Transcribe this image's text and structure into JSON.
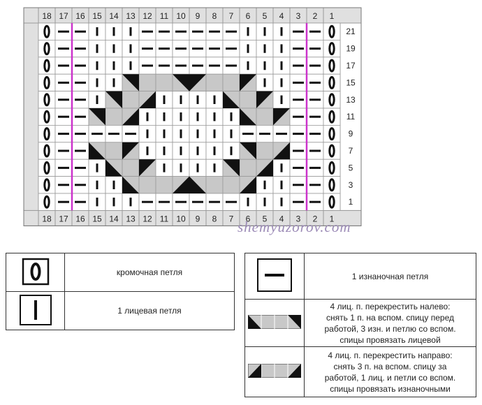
{
  "chart": {
    "columns": [
      "18",
      "17",
      "16",
      "15",
      "14",
      "13",
      "12",
      "11",
      "10",
      "9",
      "8",
      "7",
      "6",
      "5",
      "4",
      "3",
      "2",
      "1"
    ],
    "rows_right": [
      "21",
      "19",
      "17",
      "15",
      "13",
      "11",
      "9",
      "7",
      "5",
      "3",
      "1"
    ],
    "watermark": "shemyuzorov.com",
    "colors": {
      "shade": "#c8c8c8",
      "grid": "#9a9a9a",
      "header": "#e0e0e0",
      "marker": "#cc33cc",
      "ink": "#111111"
    },
    "symbols": {
      "O": "selvedge-stitch",
      "|": "knit-stitch",
      "-": "purl-stitch",
      "L": "black-triangle-lower-left",
      "R": "black-triangle-lower-right",
      "l": "black-triangle-upper-left",
      "r": "black-triangle-upper-right",
      "V": "black-triangle-top-center",
      "A": "black-triangle-bottom-center",
      "g": "gray-cell"
    },
    "grid": [
      [
        "O",
        "-",
        "-",
        "|",
        "|",
        "|",
        "-",
        "-",
        "-",
        "-",
        "-",
        "-",
        "|",
        "|",
        "|",
        "-",
        "-",
        "O"
      ],
      [
        "O",
        "-",
        "-",
        "|",
        "|",
        "|",
        "-",
        "-",
        "-",
        "-",
        "-",
        "-",
        "|",
        "|",
        "|",
        "-",
        "-",
        "O"
      ],
      [
        "O",
        "-",
        "-",
        "|",
        "|",
        "|",
        "-",
        "-",
        "-",
        "-",
        "-",
        "-",
        "|",
        "|",
        "|",
        "-",
        "-",
        "O"
      ],
      [
        "O",
        "-",
        "-",
        "|",
        "|",
        "l",
        "g",
        "g",
        "V",
        "V",
        "g",
        "g",
        "r",
        "|",
        "|",
        "-",
        "-",
        "O"
      ],
      [
        "O",
        "-",
        "-",
        "|",
        "l",
        "g",
        "R",
        "|",
        "|",
        "|",
        "|",
        "L",
        "g",
        "r",
        "|",
        "-",
        "-",
        "O"
      ],
      [
        "O",
        "-",
        "-",
        "l",
        "g",
        "R",
        "|",
        "|",
        "|",
        "|",
        "|",
        "|",
        "L",
        "g",
        "r",
        "-",
        "-",
        "O"
      ],
      [
        "O",
        "-",
        "-",
        "-",
        "-",
        "-",
        "|",
        "|",
        "|",
        "|",
        "|",
        "|",
        "-",
        "-",
        "-",
        "-",
        "-",
        "O"
      ],
      [
        "O",
        "-",
        "-",
        "L",
        "g",
        "r",
        "|",
        "|",
        "|",
        "|",
        "|",
        "|",
        "l",
        "g",
        "R",
        "-",
        "-",
        "O"
      ],
      [
        "O",
        "-",
        "-",
        "|",
        "L",
        "g",
        "r",
        "|",
        "|",
        "|",
        "|",
        "l",
        "g",
        "R",
        "|",
        "-",
        "-",
        "O"
      ],
      [
        "O",
        "-",
        "-",
        "|",
        "|",
        "L",
        "g",
        "g",
        "A",
        "A",
        "g",
        "g",
        "R",
        "|",
        "|",
        "-",
        "-",
        "O"
      ],
      [
        "O",
        "-",
        "-",
        "|",
        "|",
        "|",
        "-",
        "-",
        "-",
        "-",
        "-",
        "-",
        "|",
        "|",
        "|",
        "-",
        "-",
        "O"
      ]
    ]
  },
  "legend_left": [
    {
      "icon": "selvedge-stitch-icon",
      "text": "кромочная петля"
    },
    {
      "icon": "knit-stitch-icon",
      "text": "1 лицевая петля"
    }
  ],
  "legend_right": [
    {
      "icon": "purl-stitch-icon",
      "text": "1 изнаночная петля"
    },
    {
      "icon": "cross-left-icon",
      "lines": [
        "4 лиц. п. перекрестить налево:",
        "снять 1 п. на вспом. спицу перед",
        "работой, 3 изн. и петлю со вспом.",
        "спицы провязать лицевой"
      ]
    },
    {
      "icon": "cross-right-icon",
      "lines": [
        "4 лиц. п. перекрестить направо:",
        "снять 3 п. на вспом. спицу за",
        "работой, 1 лиц. и петли со вспом.",
        "спицы провязать изнаночными"
      ]
    }
  ]
}
